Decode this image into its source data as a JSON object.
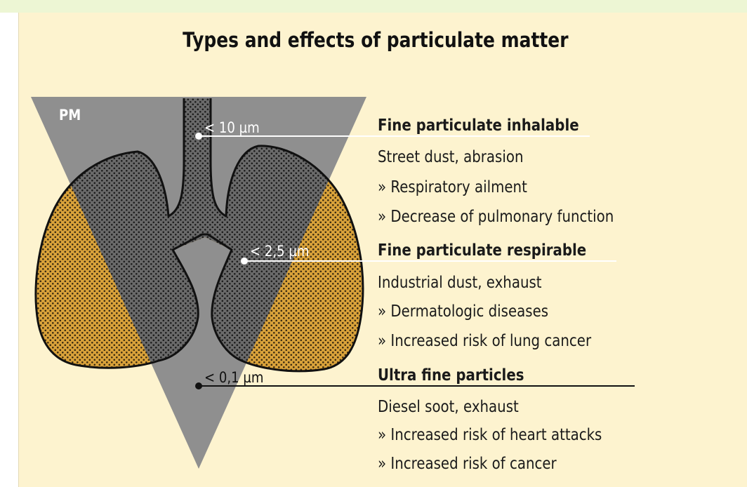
{
  "title": "Types and effects of particulate matter",
  "pm_label": "PM",
  "colors": {
    "background": "#fdf3cf",
    "top_band": "#edf6d4",
    "triangle": "#8f8f8f",
    "lung_fill": "#d9a23a",
    "lung_overlap": "#5f5f5f",
    "outline": "#111111",
    "leader_white": "#ffffff",
    "leader_black": "#111111"
  },
  "sizes": [
    {
      "label": "< 10 µm"
    },
    {
      "label": "< 2,5 µm"
    },
    {
      "label": "< 0,1 µm"
    }
  ],
  "categories": [
    {
      "heading": "Fine particulate inhalable",
      "source": "Street dust, abrasion",
      "effects": [
        "» Respiratory ailment",
        "» Decrease of pulmonary function"
      ]
    },
    {
      "heading": "Fine particulate respirable",
      "source": "Industrial dust, exhaust",
      "effects": [
        "» Dermatologic diseases",
        "» Increased risk of lung cancer"
      ]
    },
    {
      "heading": "Ultra fine particles",
      "source": "Diesel soot, exhaust",
      "effects": [
        "» Increased risk of heart attacks",
        "» Increased risk of cancer"
      ]
    }
  ]
}
